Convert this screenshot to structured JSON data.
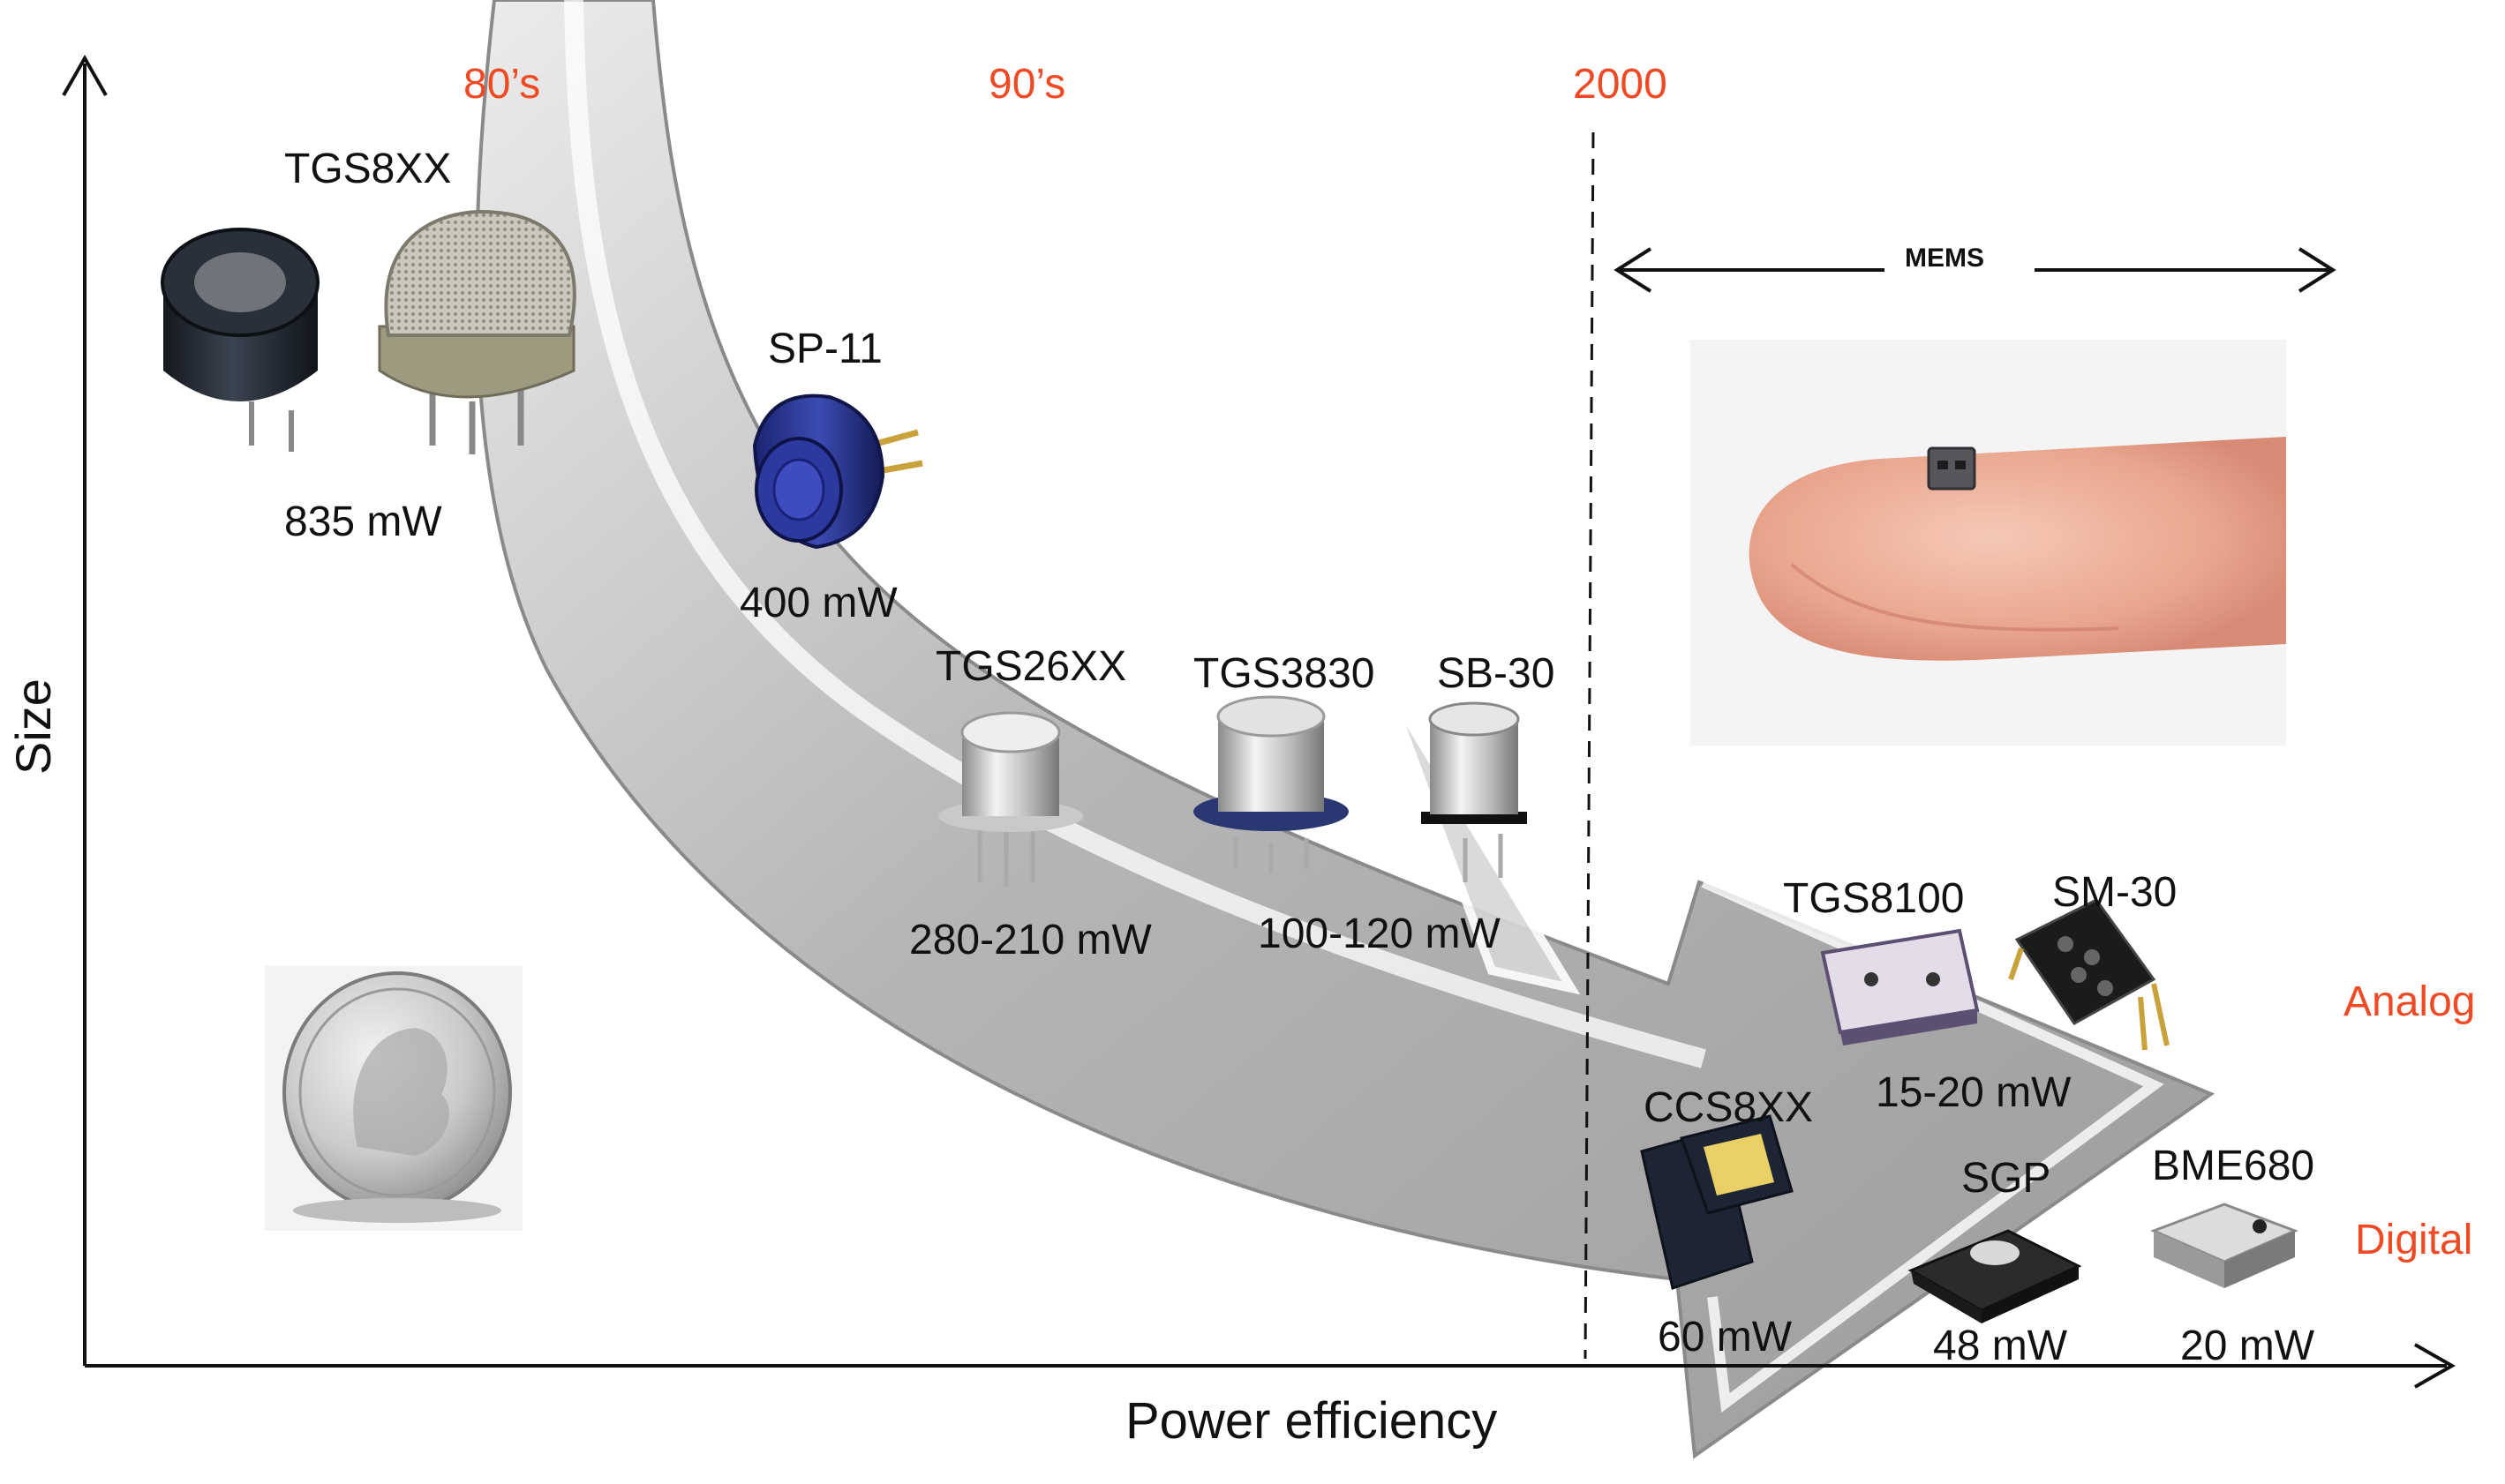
{
  "axes": {
    "y_label": "Size",
    "x_label": "Power efficiency"
  },
  "eras": [
    "80’s",
    "90’s",
    "2000"
  ],
  "mems_label": "MEMS",
  "categories": {
    "analog": "Analog",
    "digital": "Digital"
  },
  "sensors": [
    {
      "name": "TGS8XX",
      "power": "835 mW",
      "icon": "cylindrical-mesh-sensor-icon"
    },
    {
      "name": "SP-11",
      "power": "400 mW",
      "icon": "blue-cap-sensor-icon"
    },
    {
      "name": "TGS26XX",
      "power": "280-210 mW",
      "icon": "to5-metal-can-sensor-icon"
    },
    {
      "name": "TGS3830",
      "power": "100-120 mW",
      "icon": "to5-metal-can-sensor-icon"
    },
    {
      "name": "SB-30",
      "power": "",
      "icon": "metal-can-sensor-icon"
    },
    {
      "name": "TGS8100",
      "power": "15-20 mW",
      "icon": "smd-package-sensor-icon"
    },
    {
      "name": "SM-30",
      "power": "",
      "icon": "smd-socket-sensor-icon"
    },
    {
      "name": "CCS8XX",
      "power": "60 mW",
      "icon": "qfn-chip-sensor-icon"
    },
    {
      "name": "SGP",
      "power": "48 mW",
      "icon": "dfn-chip-sensor-icon"
    },
    {
      "name": "BME680",
      "power": "20 mW",
      "icon": "lga-chip-sensor-icon"
    }
  ],
  "decor": {
    "coin": "quarter-coin-icon",
    "finger": "fingertip-with-mems-chip-icon",
    "trend_arrow": "trend-arrow-icon"
  },
  "colors": {
    "era_text": "#f04a24",
    "arrow_gray": "#a7a7a7"
  }
}
